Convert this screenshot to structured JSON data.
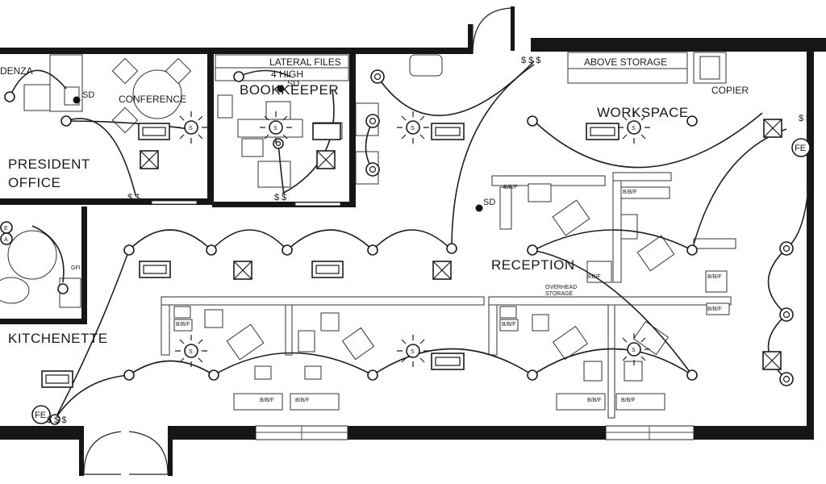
{
  "rooms": {
    "president_office": [
      "PRESIDENT",
      "OFFICE"
    ],
    "conference": "CONFERENCE",
    "bookkeeper": "BOOKKEEPER",
    "workspace": "WORKSPACE",
    "reception": "RECEPTION",
    "kitchenette": "KITCHENETTE",
    "partial_left": "DENZA"
  },
  "notes": {
    "lateral_files": "LATERAL FILES",
    "four_high": "4 HIGH",
    "above_storage": "ABOVE STORAGE",
    "copier": "COPIER",
    "overhead_storage_1": "OVERHEAD",
    "overhead_storage_2": "STORAGE"
  },
  "symbols": {
    "smoke_detector": "SD",
    "fire_extinguisher": "FE",
    "fan_s": "S",
    "switches": "$ $",
    "switches_triple": "$ $ $",
    "bbf": "B/B/F",
    "e_label": "E",
    "a_label": "A",
    "gfi": "GFI"
  },
  "colors": {
    "ink": "#1a1a1a",
    "wall": "#161616",
    "paper": "#ffffff"
  }
}
